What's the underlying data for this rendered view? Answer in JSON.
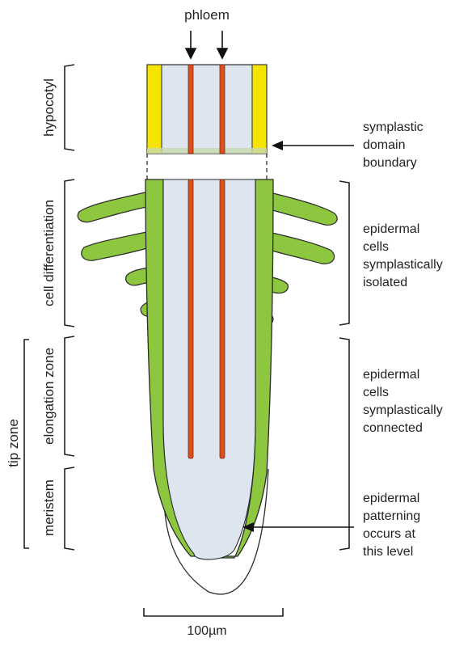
{
  "labels": {
    "phloem": "phloem",
    "hypocotyl": "hypocotyl",
    "cell_differentiation": "cell differentiation",
    "elongation_zone": "elongation zone",
    "meristem": "meristem",
    "tip_zone": "tip zone",
    "boundary": [
      "symplastic",
      "domain",
      "boundary"
    ],
    "isolated": [
      "epidermal",
      "cells",
      "symplastically",
      "isolated"
    ],
    "connected": [
      "epidermal",
      "cells",
      "symplastically",
      "connected"
    ],
    "patterning": [
      "epidermal",
      "patterning",
      "occurs at",
      "this level"
    ],
    "scale": "100µm"
  },
  "colors": {
    "epidermis": "#8dc63f",
    "stele": "#dde5ef",
    "phloem": "#d9501e",
    "hypocotyl_epidermis": "#f5e400",
    "outline": "#2b2b2b"
  }
}
